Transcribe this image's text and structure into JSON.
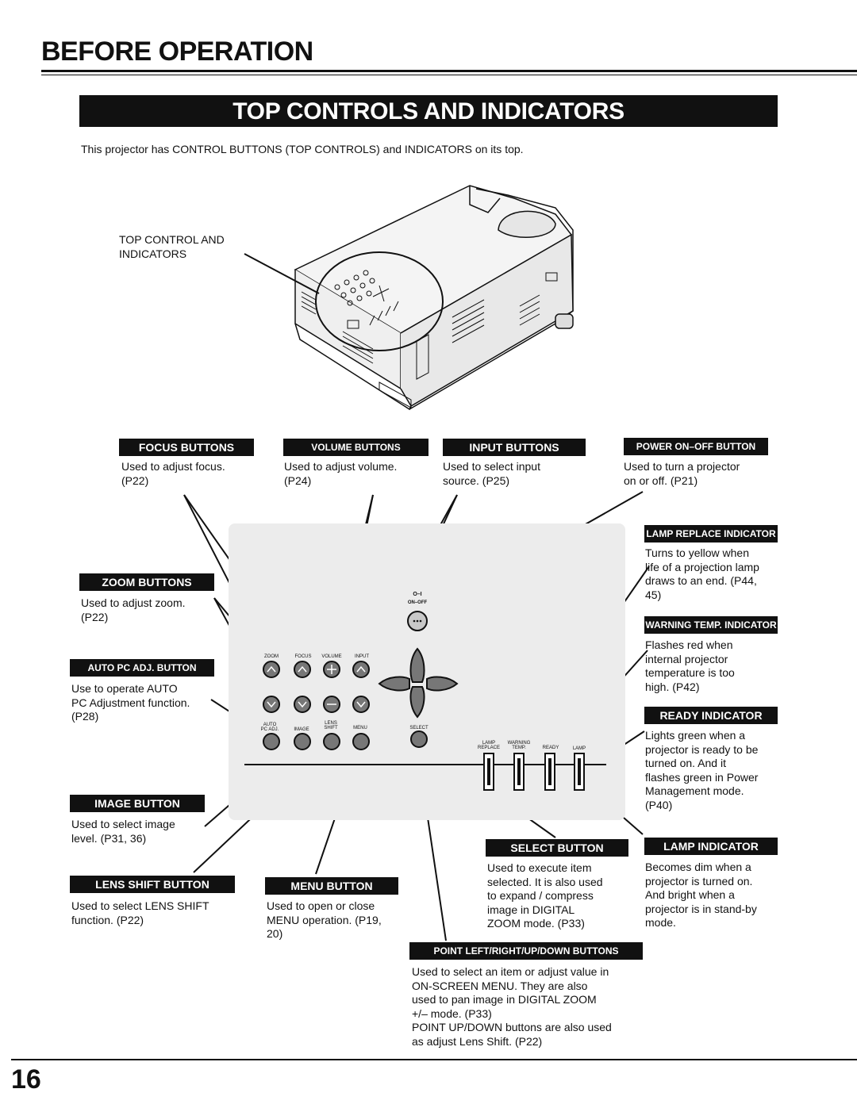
{
  "header": {
    "section_title": "BEFORE OPERATION",
    "page_title": "TOP CONTROLS AND INDICATORS",
    "intro": "This projector has CONTROL BUTTONS (TOP CONTROLS) and INDICATORS on its top."
  },
  "illustration": {
    "callout_line1": "TOP CONTROL AND",
    "callout_line2": "INDICATORS"
  },
  "labels": {
    "focus": {
      "title": "FOCUS BUTTONS",
      "l1": "Used to adjust focus.",
      "l2": "(P22)"
    },
    "volume": {
      "title": "VOLUME  BUTTONS",
      "l1": "Used to adjust volume.",
      "l2": "(P24)"
    },
    "input": {
      "title": "INPUT BUTTONS",
      "l1": "Used to select input",
      "l2": "source.  (P25)"
    },
    "power": {
      "title": "POWER ON–OFF BUTTON",
      "l1": "Used to turn a projector",
      "l2": "on or off.  (P21)"
    },
    "lamp_replace": {
      "title": "LAMP REPLACE INDICATOR",
      "l1": "Turns to yellow when",
      "l2": "life of a projection lamp",
      "l3": "draws to an end.  (P44,",
      "l4": "45)"
    },
    "zoom": {
      "title": "ZOOM BUTTONS",
      "l1": "Used to adjust zoom.",
      "l2": "(P22)"
    },
    "warning_temp": {
      "title": "WARNING TEMP. INDICATOR",
      "l1": "Flashes red when",
      "l2": "internal projector",
      "l3": "temperature is too",
      "l4": "high.  (P42)"
    },
    "auto_pc": {
      "title": "AUTO PC ADJ. BUTTON",
      "l1": "Use to operate AUTO",
      "l2": "PC Adjustment function.",
      "l3": "(P28)"
    },
    "ready": {
      "title": "READY INDICATOR",
      "l1": "Lights green when a",
      "l2": "projector is ready to be",
      "l3": "turned on.  And it",
      "l4": "flashes green in Power",
      "l5": "Management mode.",
      "l6": "(P40)"
    },
    "image": {
      "title": "IMAGE BUTTON",
      "l1": "Used to select image",
      "l2": "level.  (P31, 36)"
    },
    "select": {
      "title": "SELECT BUTTON",
      "l1": "Used to execute item",
      "l2": "selected.  It is also used",
      "l3": "to expand / compress",
      "l4": "image in DIGITAL",
      "l5": "ZOOM mode. (P33)"
    },
    "lamp": {
      "title": "LAMP INDICATOR",
      "l1": "Becomes dim when a",
      "l2": "projector is turned on.",
      "l3": "And bright when a",
      "l4": "projector is in stand-by",
      "l5": "mode."
    },
    "lens_shift": {
      "title": "LENS SHIFT BUTTON",
      "l1": "Used to select LENS SHIFT",
      "l2": "function. (P22)"
    },
    "menu": {
      "title": "MENU BUTTON",
      "l1": "Used to open or close",
      "l2": "MENU operation. (P19,",
      "l3": "20)"
    },
    "point": {
      "title": "POINT LEFT/RIGHT/UP/DOWN BUTTONS",
      "l1": "Used to select an item or adjust  value in",
      "l2": "ON-SCREEN MENU.  They are also",
      "l3": "used to pan image in DIGITAL ZOOM",
      "l4": "+/– mode. (P33)",
      "l5": "POINT UP/DOWN buttons are also used",
      "l6": "as adjust Lens Shift. (P22)"
    }
  },
  "panel": {
    "zoom": "ZOOM",
    "focus": "FOCUS",
    "volume": "VOLUME",
    "input": "INPUT",
    "auto": "AUTO",
    "pc_adj": "PC ADJ.",
    "image": "IMAGE",
    "lens": "LENS",
    "shift": "SHIFT",
    "menu": "MENU",
    "select": "SELECT",
    "power_top": "O–I",
    "power_bottom": "ON–OFF",
    "lamp": "LAMP",
    "replace": "REPLACE",
    "warning": "WARNING",
    "temp": "TEMP.",
    "ready": "READY",
    "lamp2": "LAMP"
  },
  "footer": {
    "page_number": "16"
  }
}
